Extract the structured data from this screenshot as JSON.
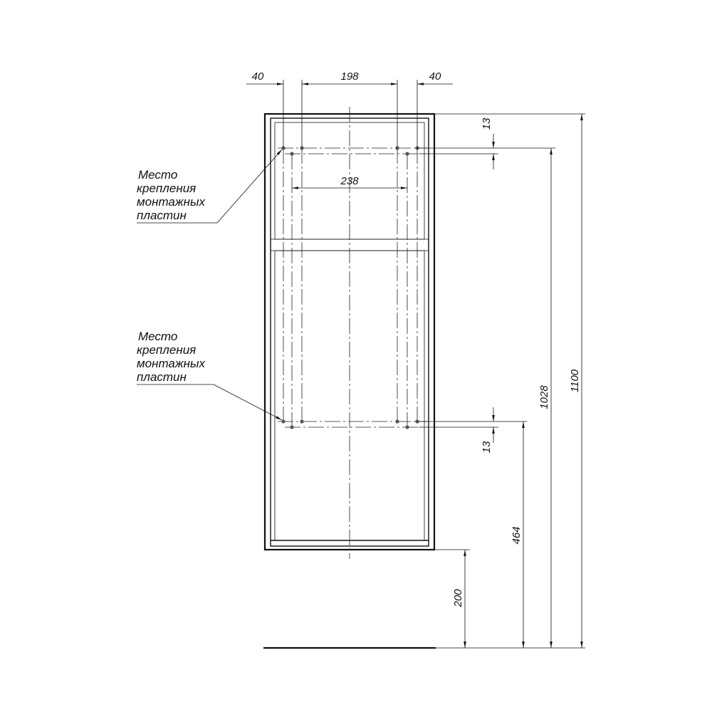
{
  "dimensions": {
    "left_offset": "40",
    "hole_spacing_top": "198",
    "right_offset": "40",
    "inner_spacing": "238",
    "top_gap_upper": "13",
    "top_gap_lower": "13",
    "lower_hole_height": "464",
    "floor_clearance": "200",
    "upper_hole_height": "1028",
    "total_height": "1100"
  },
  "notes": {
    "upper": {
      "line1": "Место",
      "line2": "крепления",
      "line3": "монтажных",
      "line4": "пластин"
    },
    "lower": {
      "line1": "Место",
      "line2": "крепления",
      "line3": "монтажных",
      "line4": "пластин"
    }
  }
}
